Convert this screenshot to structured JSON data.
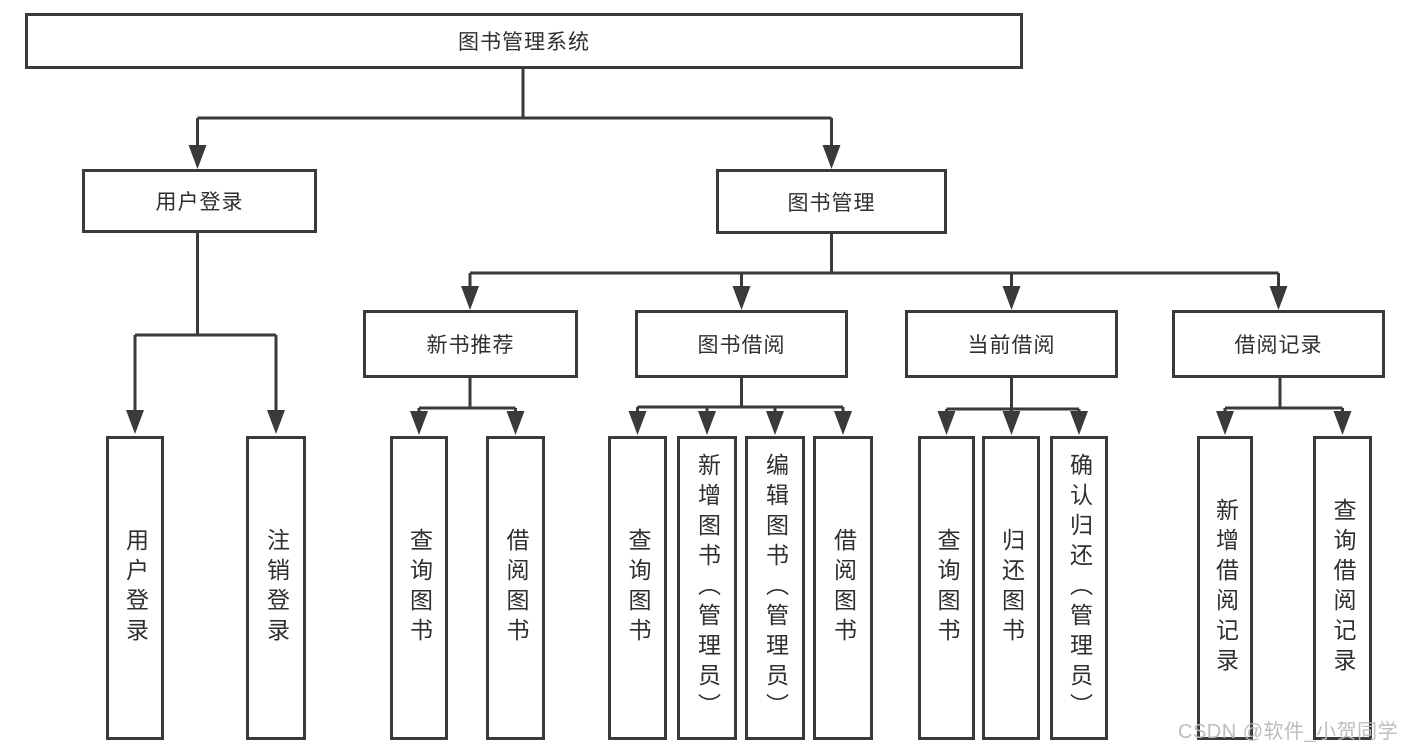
{
  "diagram_type": "hierarchy-tree",
  "tree": {
    "label": "图书管理系统",
    "children": [
      {
        "label": "用户登录",
        "children": [
          {
            "label": "用户登录"
          },
          {
            "label": "注销登录"
          }
        ]
      },
      {
        "label": "图书管理",
        "children": [
          {
            "label": "新书推荐",
            "children": [
              {
                "label": "查询图书"
              },
              {
                "label": "借阅图书"
              }
            ]
          },
          {
            "label": "图书借阅",
            "children": [
              {
                "label": "查询图书"
              },
              {
                "label": "新增图书（管理员）"
              },
              {
                "label": "编辑图书（管理员）"
              },
              {
                "label": "借阅图书"
              }
            ]
          },
          {
            "label": "当前借阅",
            "children": [
              {
                "label": "查询图书"
              },
              {
                "label": "归还图书"
              },
              {
                "label": "确认归还（管理员）"
              }
            ]
          },
          {
            "label": "借阅记录",
            "children": [
              {
                "label": "新增借阅记录"
              },
              {
                "label": "查询借阅记录"
              }
            ]
          }
        ]
      }
    ]
  },
  "watermark": {
    "text": "CSDN @软件_小贺同学"
  },
  "colors": {
    "line": "#3a3a3a",
    "box_border": "#3a3a3a",
    "text": "#2f2f2f",
    "watermark": "#b9b9b9",
    "background": "#ffffff"
  }
}
